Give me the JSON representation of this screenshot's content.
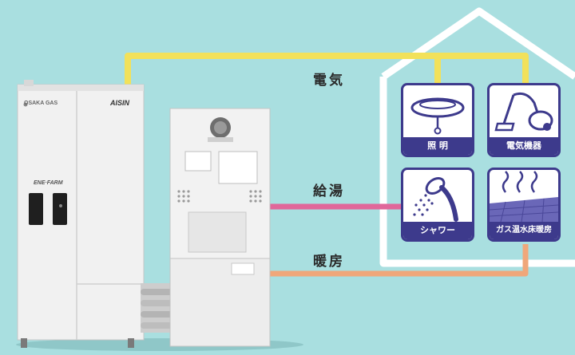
{
  "colors": {
    "background": "#a9dfe0",
    "electricity_line": "#f2e15a",
    "hot_water_line": "#e0679a",
    "heating_line": "#f0a77a",
    "house_outline": "#ffffff",
    "icon_border": "#3d3a8c"
  },
  "lines": {
    "electricity": "電気",
    "hot_water": "給湯",
    "heating": "暖房"
  },
  "appliances": {
    "lighting": "照 明",
    "electric_appliances": "電気機器",
    "shower": "シャワー",
    "floor_heating": "ガス温水床暖房"
  },
  "fuel_cell_unit": {
    "brand_left": "OSAKA GAS",
    "brand_right": "AISIN",
    "product_logo": "ENE·FARM"
  },
  "icons": [
    "ceiling-light-icon",
    "vacuum-cleaner-icon",
    "shower-head-icon",
    "floor-heating-icon"
  ]
}
